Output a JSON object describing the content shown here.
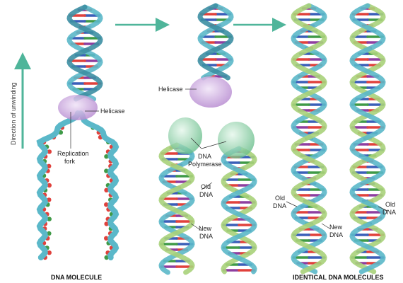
{
  "labels": {
    "helicase_left": "Helicase",
    "helicase_middle": "Helicase",
    "replication_fork": [
      "Replication",
      "fork"
    ],
    "dna_polymerase": [
      "DNA",
      "Polymerase"
    ],
    "old_dna_middle": [
      "Old",
      "DNA"
    ],
    "new_dna_middle": [
      "New",
      "DNA"
    ],
    "old_dna_right_a": [
      "Old",
      "DNA"
    ],
    "old_dna_right_b": [
      "Old",
      "DNA"
    ],
    "new_dna_right": [
      "New",
      "DNA"
    ],
    "direction": "Direction of unwinding"
  },
  "captions": {
    "left": "DNA MOLECULE",
    "right": "IDENTICAL DNA MOLECULES"
  },
  "colors": {
    "old_strand": "#5bb8c9",
    "old_strand_dark": "#3d8fa3",
    "new_strand": "#a8d17a",
    "new_strand_dark": "#7fae55",
    "arrow": "#4fb59a",
    "helicase": "#c7a3dc",
    "polymerase": "#8ed0a8",
    "bases": [
      "#e0413c",
      "#3a5fb8",
      "#3f9a47",
      "#8e3ea0",
      "#e0413c",
      "#3a5fb8"
    ]
  }
}
